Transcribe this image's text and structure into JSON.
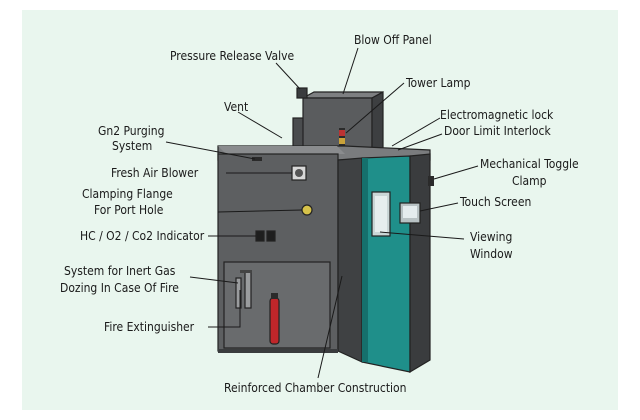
{
  "labels": {
    "blow_off_panel": "Blow Off Panel",
    "pressure_release_valve": "Pressure Release Valve",
    "tower_lamp": "Tower Lamp",
    "vent": "Vent",
    "electromagnetic_lock": "Electromagnetic lock",
    "door_limit_interlock": "Door Limit Interlock",
    "gn2_purging_line1": "Gn2 Purging",
    "gn2_purging_line2": "System",
    "fresh_air_blower": "Fresh Air Blower",
    "mechanical_toggle_line1": "Mechanical Toggle",
    "mechanical_toggle_line2": "Clamp",
    "clamping_flange_line1": "Clamping Flange",
    "clamping_flange_line2": "For Port Hole",
    "touch_screen": "Touch Screen",
    "gas_indicator": "HC / O2 / Co2 Indicator",
    "viewing_window_line1": "Viewing",
    "viewing_window_line2": "Window",
    "inert_gas_line1": "System for Inert Gas",
    "inert_gas_line2": "Dozing In Case Of Fire",
    "fire_extinguisher": "Fire Extinguisher",
    "reinforced_chamber": "Reinforced Chamber Construction"
  },
  "colors": {
    "background": "#e9f6ee",
    "cabinet_front": "#5d5f61",
    "cabinet_top": "#7a7c7e",
    "cabinet_side": "#3f4143",
    "door_teal": "#1f8f8a",
    "door_teal_dark": "#15706c",
    "extinguisher": "#c0262a"
  }
}
